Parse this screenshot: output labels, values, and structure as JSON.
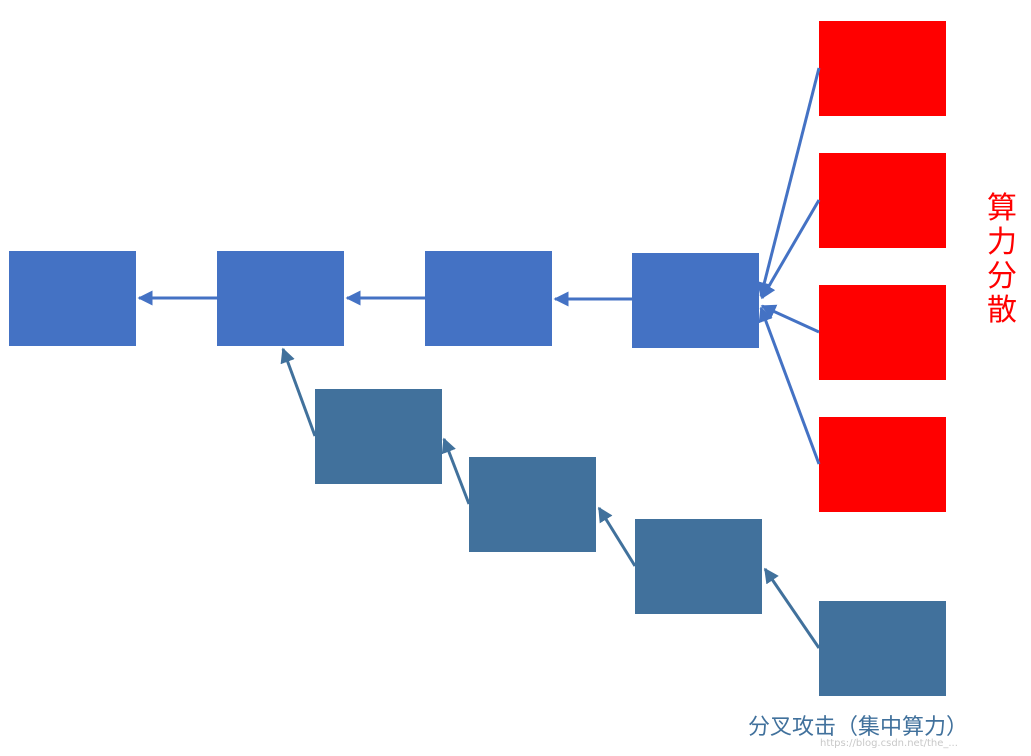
{
  "colors": {
    "main_chain": "#4472c4",
    "attack_chain": "#41719c",
    "dispersed_blocks": "#ff0000",
    "arrows_main": "#4472c4",
    "arrows_attack": "#41719c",
    "dispersed_label": "#ff0000",
    "attack_label": "#41719c"
  },
  "labels": {
    "dispersed": "算\n力\n分\n散",
    "attack": "分叉攻击（集中算力）",
    "watermark": "https://blog.csdn.net/the_..."
  },
  "diagram": {
    "main_chain_blocks": 4,
    "attack_chain_blocks": 4,
    "dispersed_blocks": 4
  }
}
